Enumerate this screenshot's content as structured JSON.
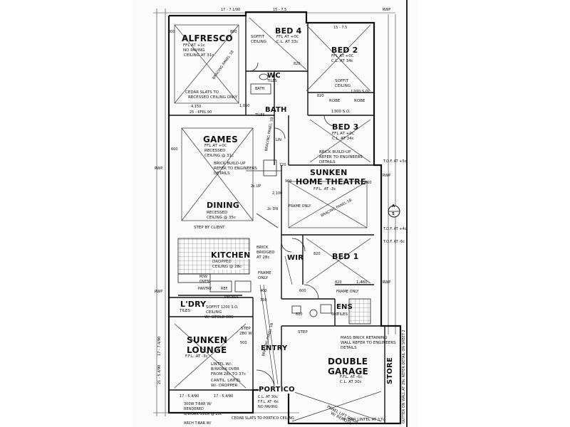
{
  "rooms": {
    "alfresco": "ALFRESCO",
    "bed4": "BED 4",
    "bed2": "BED 2",
    "bed3": "BED 3",
    "bed1": "BED 1",
    "wc": "WC",
    "bath": "BATH",
    "games": "GAMES",
    "dining": "DINING",
    "kitchen": "KITCHEN",
    "sunken_theatre_1": "SUNKEN",
    "sunken_theatre_2": "HOME THEATRE",
    "wir": "WIR",
    "ldry": "L'DRY",
    "ens": "ENS",
    "sunken_lounge_1": "SUNKEN",
    "sunken_lounge_2": "LOUNGE",
    "entry": "ENTRY",
    "portico": "PORTICO",
    "double_garage_1": "DOUBLE",
    "double_garage_2": "GARAGE",
    "store": "STORE"
  },
  "notes": {
    "alfresco_ffl": "FFL AT +1c",
    "alfresco_paving": "NO PAVING",
    "alfresco_ceiling": "CEILING AT 31c",
    "alfresco_cedar_1": "CEDAR SLATS TO",
    "alfresco_cedar_2": "RECESSED CEILING ONLY",
    "bed4_soffit_1": "SOFFIT",
    "bed4_soffit_2": "CEILING",
    "bed4_ffl": "FFL AT +0C",
    "bed4_cl": "C.L. AT 33c",
    "bed2_ffl": "FFL AT +0C",
    "bed2_cl": "C.L. AT 34c",
    "bed2_soffit_1": "SOFFIT",
    "bed2_soffit_2": "CEILING",
    "bed2_sd": "1200 S.O.",
    "bed3_ffl": "FFL AT +0C",
    "bed3_cl": "C.L. AT 34c",
    "bed3_brick_1": "BRICK BUILD-UP",
    "bed3_brick_2": "REFER TO ENGINEERS",
    "bed3_brick_3": "DETAILS",
    "robe1": "ROBE",
    "robe2": "ROBE",
    "sd_1300": "1300 S.O.",
    "games_ffl": "FFL AT +0C",
    "games_recessed_1": "RECESSED",
    "games_recessed_2": "CEILING @ 31c",
    "games_brick_1": "BRICK BUILD-UP",
    "games_brick_2": "REFER TO ENGINEERS",
    "games_brick_3": "DETAILS",
    "dining_recessed_1": "RECESSED",
    "dining_recessed_2": "CEILING @ 35c",
    "step_by_client": "STEP BY CLIENT",
    "theatre_ffl": "F.F.L. AT -3c",
    "kitchen_dropped_1": "DROPPED",
    "kitchen_dropped_2": "CEILING @ 28c",
    "mw_oven": "M/W",
    "oven": "OVEN",
    "pantry": "PANTRY",
    "ref": "REF.",
    "recess": "RECESS",
    "ldry_tiles": "TILES",
    "ldry_soffit": "SOFFIT",
    "ldry_ceiling": "CEILING",
    "w_bifold": "W/- BIFOLD DRS",
    "frame_only_1": "FRAME",
    "frame_only_2": "ONLY",
    "brick_bridged_1": "BRICK",
    "brick_bridged_2": "BRIDGED",
    "brick_bridged_3": "AT 28c",
    "bed1_dim": "1,460",
    "ens_tiles": "TILES",
    "lounge_ffl": "F.F.L. AT -3c",
    "lintel_1": "LINTEL W/-",
    "lintel_2": "B/WORK OVER",
    "lintel_3": "FROM 28c TO 37c",
    "cantil_1": "CANTIL. LINTEL",
    "cantil_2": "W/- DROPPER",
    "step_1": "STEP",
    "step_2": "280 W",
    "garage_ffl": "F.F.L. AT -6c",
    "garage_cl": "C.L. AT 30c",
    "garage_step": "STEP",
    "mass_brick_1": "MASS BRICK RETAINING",
    "mass_brick_2": "WALL REFER TO ENGINEERS",
    "mass_brick_3": "DETAILS",
    "panel_lift_1": "PANEL LIFT DOOR",
    "panel_lift_2": "W/ REMOTE",
    "t_bar_lintel": "'T' BAR LINTEL AT 17c",
    "portico_cl": "C.L. AT 30c",
    "portico_ffl": "F.F.L. AT -6c",
    "portico_paving": "NO PAVING",
    "cedar_portico": "CEDAR SLATS TO PORTICO CEILING",
    "arch_t_bar": "ARCH T-BAR W/",
    "tbar_lintel_1": "300W T-BAR W/",
    "tbar_lintel_2": "RENDERED",
    "tbar_lintel_3": "B/WORK OVER @ 25c",
    "gutter_note": "GUTTER ON WALL AT 29c REFER DETAIL ON SHEET 2",
    "section_letter": "A",
    "section_number": "5",
    "rwp": "RWP",
    "tof_1": "T.O.F. AT +5c",
    "tof_2": "T.O.F. AT -6c",
    "tof_3": "T.O.F. AT +4c",
    "tiles": "TILES",
    "tiles2": "TILES",
    "bath_small": "BATH",
    "lin": "LIN",
    "cupboard": "LIN",
    "step_up": "2c UP",
    "step_dn": "2c DN",
    "frame_only_3": "FRAME ONLY",
    "frame_only_4": "FRAME ONLY",
    "wall_bracing_1": "BRACING PANEL 1B",
    "wall_bracing_2": "BRACING PANEL 1B",
    "wall_bracing_3": "BRACING PANEL 1B",
    "wall_bracing_4": "BRACING PANEL 1B"
  },
  "dimensions": {
    "d_800a": "800",
    "d_800b": "800",
    "d_600a": "600",
    "d_4150": "4,150",
    "d_25_6a": "25 - 6FEL.90",
    "d_15_75": "15 - 7.5",
    "d_15_75b": "15 - 7.5",
    "d_17_7": "17 - 7.1/90",
    "d_1050": "1,050",
    "d_820a": "820",
    "d_820b": "820",
    "d_720": "720",
    "d_600b": "600",
    "d_900": "900",
    "d_2100": "2,100",
    "d_1200": "1200 S.O.",
    "d_17_5a": "17 - 5.4/90",
    "d_17_5b": "17 - 5.4/90",
    "d_21_5": "21 - 5.4/90",
    "d_17_7a": "17 - 7.4/90",
    "d_600c": "600",
    "d_600d": "600",
    "d_820c": "820",
    "d_820d": "820",
    "d_820e": "820",
    "d_500": "500",
    "d_400": "400",
    "d_350": "350"
  }
}
